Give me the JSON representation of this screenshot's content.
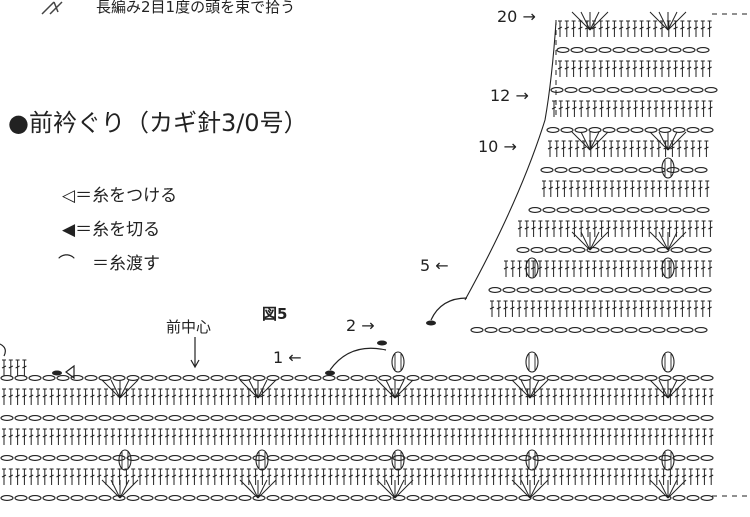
{
  "header_note": "長編み2目1度の頭を束で拾う",
  "section_title": "●前衿ぐり（カギ針3/0号）",
  "figure_label": "図5",
  "center_label": "前中心",
  "legend": [
    {
      "symbol": "◁",
      "text": "＝糸をつける"
    },
    {
      "symbol": "◀",
      "text": "＝糸を切る"
    },
    {
      "symbol": "⌒",
      "text": "＝糸渡す"
    }
  ],
  "row_markers": [
    {
      "label": "20",
      "arrow": "→"
    },
    {
      "label": "12",
      "arrow": "→"
    },
    {
      "label": "10",
      "arrow": "→"
    },
    {
      "label": "5",
      "arrow": "←"
    },
    {
      "label": "2",
      "arrow": "→"
    },
    {
      "label": "1",
      "arrow": "←"
    }
  ],
  "colors": {
    "ink": "#222222"
  }
}
